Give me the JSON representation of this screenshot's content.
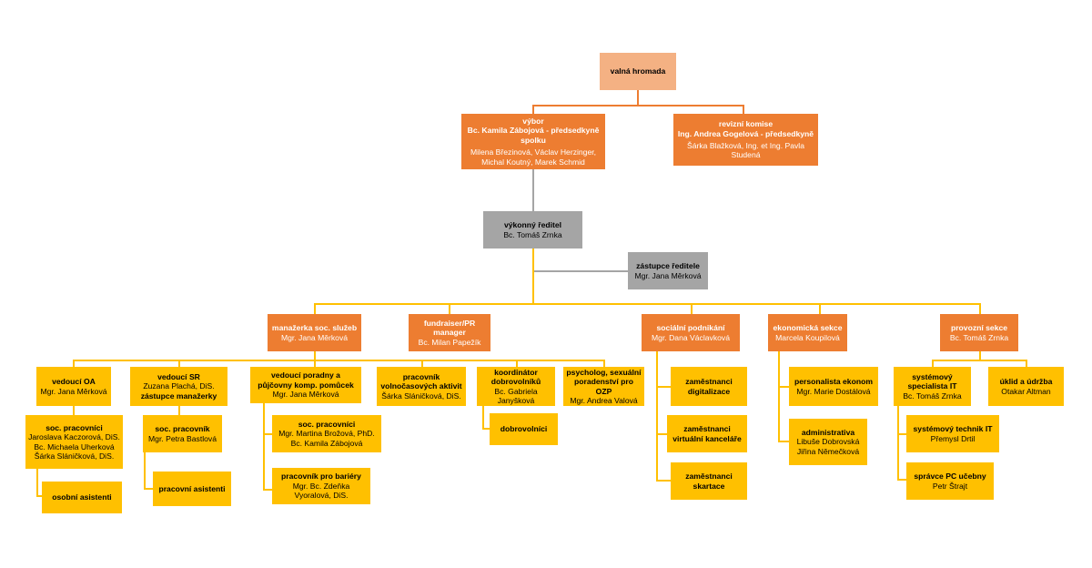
{
  "colors": {
    "peach": "#f4b183",
    "orange": "#ed7d31",
    "grey": "#a5a5a5",
    "yellow": "#ffc000",
    "grey_line": "#a5a5a5"
  },
  "nodes": {
    "valna_hromada": {
      "title": "valná hromada"
    },
    "vybor": {
      "title": "výbor",
      "subtitle": "Bc. Kamila Zábojová - předsedkyně spolku",
      "members": "Milena Březinová, Václav Herzinger, Michal Koutný, Marek Schmid"
    },
    "revizni_komise": {
      "title": "revizní komise",
      "subtitle": "Ing. Andrea Gogelová - předsedkyně",
      "members": "Šárka Blažková, Ing. et Ing. Pavla Studená"
    },
    "vykonny_reditel": {
      "title": "výkonný ředitel",
      "person": "Bc. Tomáš Zrnka"
    },
    "zastupce_reditele": {
      "title": "zástupce ředitele",
      "person": "Mgr. Jana Měrková"
    },
    "manazerka": {
      "title": "manažerka soc. služeb",
      "person": "Mgr. Jana Měrková"
    },
    "fundraiser": {
      "title": "fundraiser/PR manager",
      "person": "Bc. Milan Papežík"
    },
    "socialni_podnikani": {
      "title": "sociální podnikání",
      "person": "Mgr. Dana Václavková"
    },
    "ekonomicka_sekce": {
      "title": "ekonomická sekce",
      "person": "Marcela Koupilová"
    },
    "provozni_sekce": {
      "title": "provozní sekce",
      "person": "Bc. Tomáš Zrnka"
    },
    "vedouci_oa": {
      "title": "vedoucí OA",
      "person": "Mgr. Jana Měrková"
    },
    "soc_pracovnici_oa": {
      "title": "soc. pracovníci",
      "person": "Jaroslava Kaczorová, DiS. Bc. Michaela Uherková Šárka Sláničková, DiS."
    },
    "osobni_asistenti": {
      "title": "osobní asistenti"
    },
    "vedouci_sr": {
      "title": "vedoucí SR",
      "person": "Zuzana Plachá, DiS.",
      "role": "zástupce manažerky"
    },
    "soc_pracovnik_sr": {
      "title": "soc. pracovník",
      "person": "Mgr. Petra Bastlová"
    },
    "pracovni_asistenti": {
      "title": "pracovní asistenti"
    },
    "vedouci_poradny": {
      "title": "vedoucí poradny a půjčovny komp. pomůcek",
      "person": "Mgr. Jana Měrková"
    },
    "soc_pracovnici_poradna": {
      "title": "soc. pracovníci",
      "person": "Mgr. Martina Brožová, PhD. Bc. Kamila Zábojová"
    },
    "pracovnik_bariery": {
      "title": "pracovník pro bariéry",
      "person": "Mgr. Bc. Zdeňka Vyoralová, DiS."
    },
    "pracovnik_volnocasovych": {
      "title": "pracovník volnočasových aktivit",
      "person": "Šárka Sláničková, DiS."
    },
    "koordinator": {
      "title": "koordinátor dobrovolníků",
      "person": "Bc. Gabriela Janyšková"
    },
    "dobrovolnici": {
      "title": "dobrovolníci"
    },
    "psycholog": {
      "title": "psycholog, sexuální poradenství pro OZP",
      "person": "Mgr. Andrea Valová"
    },
    "zam_digitalizace": {
      "title": "zaměstnanci digitalizace"
    },
    "zam_virtualni": {
      "title": "zaměstnanci virtuální kanceláře"
    },
    "zam_skartace": {
      "title": "zaměstnanci skartace"
    },
    "personalista": {
      "title": "personalista ekonom",
      "person": "Mgr. Marie Dostálová"
    },
    "administrativa": {
      "title": "administrativa",
      "person": "Libuše Dobrovská Jiřina Němečková"
    },
    "systemovy_specialista": {
      "title": "systémový specialista IT",
      "person": "Bc. Tomáš Zrnka"
    },
    "uklid_udrzba": {
      "title": "úklid a údržba",
      "person": "Otakar Altman"
    },
    "systemovy_technik": {
      "title": "systémový technik IT",
      "person": "Přemysl Drtil"
    },
    "spravce_pc": {
      "title": "správce PC učebny",
      "person": "Petr Štrajt"
    }
  }
}
